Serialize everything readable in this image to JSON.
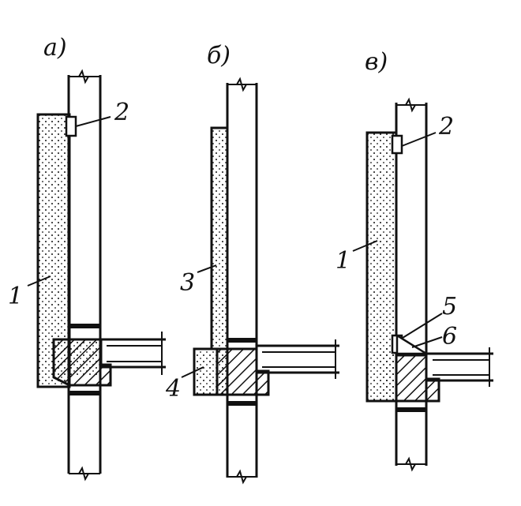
{
  "panels": [
    {
      "id": "a",
      "title": "а)",
      "labels": [
        "1",
        "2"
      ]
    },
    {
      "id": "b",
      "title": "б)",
      "labels": [
        "3",
        "4"
      ]
    },
    {
      "id": "c",
      "title": "в)",
      "labels": [
        "1",
        "2",
        "5",
        "6"
      ]
    }
  ],
  "colors": {
    "ink": "#111111",
    "background": "#ffffff"
  }
}
